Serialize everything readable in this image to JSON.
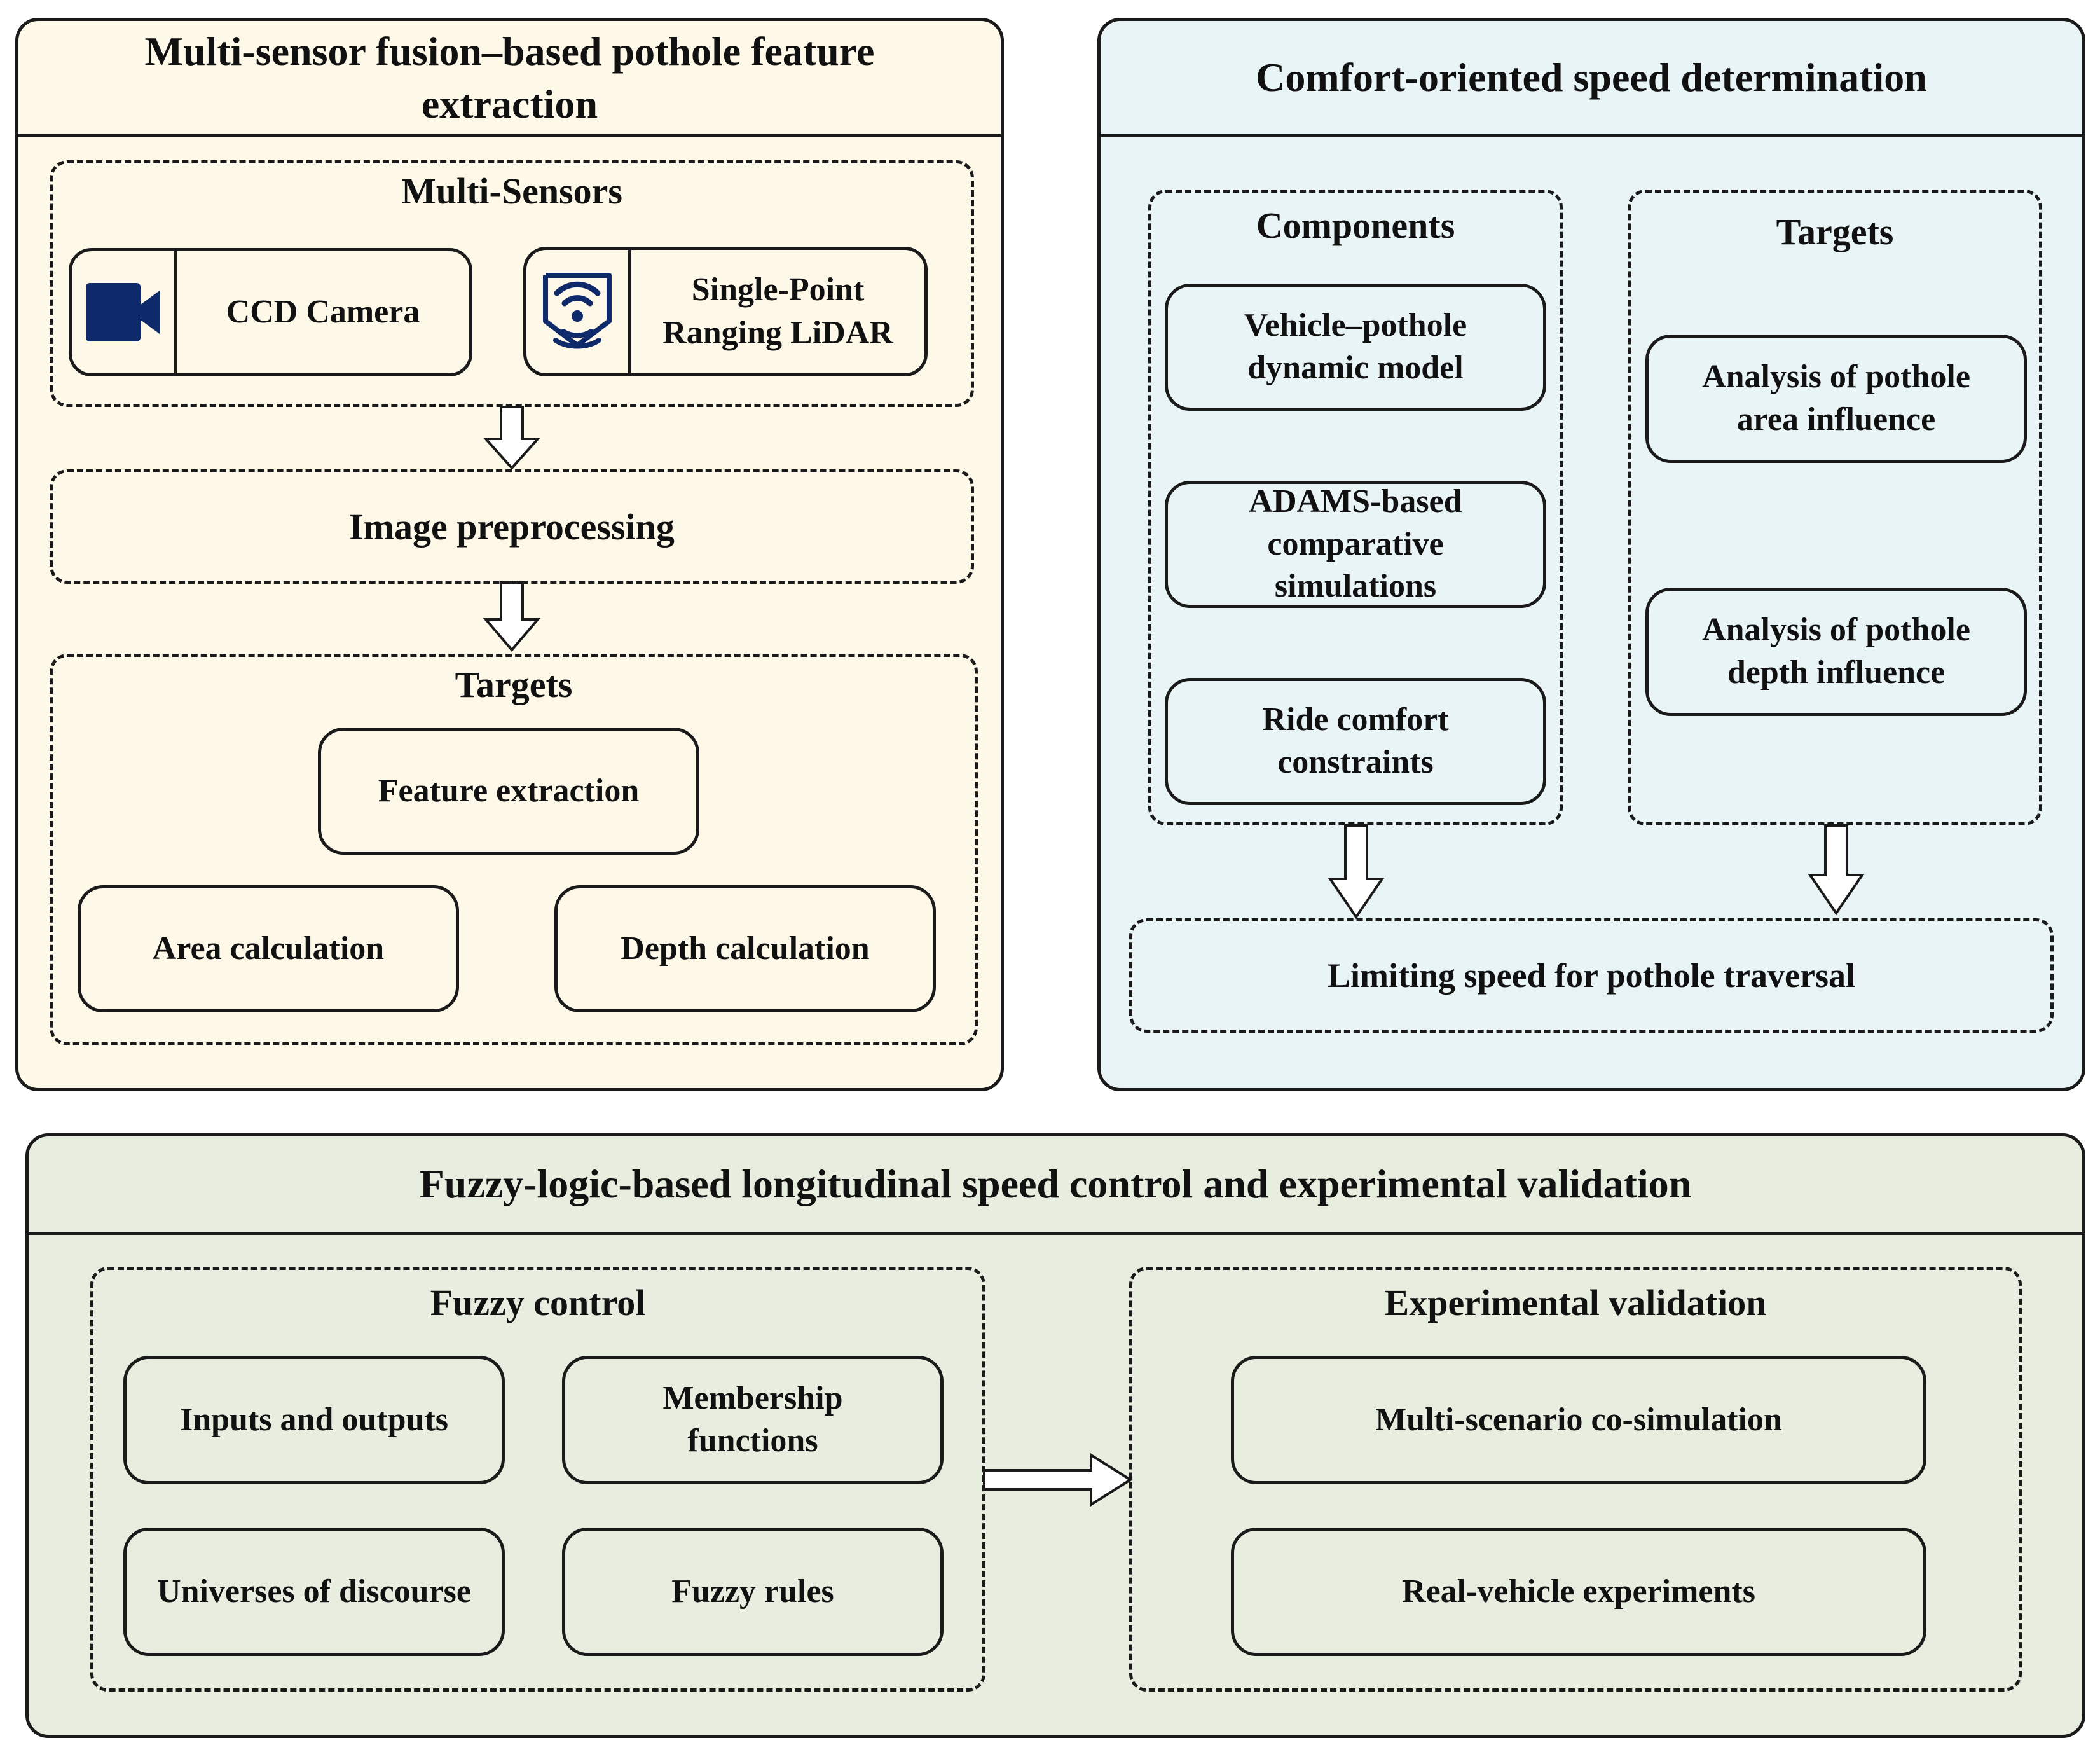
{
  "colors": {
    "panel1_fill": "#fdf8e8",
    "panel2_fill": "#e9f4f6",
    "panel3_fill": "#e8eedf",
    "icon_navy": "#0f2a6b",
    "border": "#1a1a1a"
  },
  "feature_extraction": {
    "title": "Multi-sensor fusion–based pothole feature extraction",
    "sensors": {
      "title": "Multi-Sensors",
      "camera_label": "CCD Camera",
      "camera_icon": "video-camera-icon",
      "lidar_label": "Single-Point Ranging LiDAR",
      "lidar_icon": "lidar-signal-icon"
    },
    "preprocessing": "Image preprocessing",
    "targets": {
      "title": "Targets",
      "feature": "Feature extraction",
      "area": "Area calculation",
      "depth": "Depth calculation"
    }
  },
  "speed_determination": {
    "title": "Comfort-oriented speed determination",
    "components": {
      "title": "Components",
      "items": [
        "Vehicle–pothole dynamic model",
        "ADAMS-based comparative simulations",
        "Ride comfort constraints"
      ]
    },
    "targets": {
      "title": "Targets",
      "items": [
        "Analysis of pothole area influence",
        "Analysis of pothole depth influence"
      ]
    },
    "limiting_speed": "Limiting speed for pothole traversal"
  },
  "speed_control": {
    "title": "Fuzzy-logic-based longitudinal speed control and experimental validation",
    "fuzzy": {
      "title": "Fuzzy control",
      "items": [
        "Inputs and outputs",
        "Membership functions",
        "Universes of discourse",
        "Fuzzy rules"
      ]
    },
    "validation": {
      "title": "Experimental validation",
      "items": [
        "Multi-scenario co-simulation",
        "Real-vehicle experiments"
      ]
    }
  }
}
